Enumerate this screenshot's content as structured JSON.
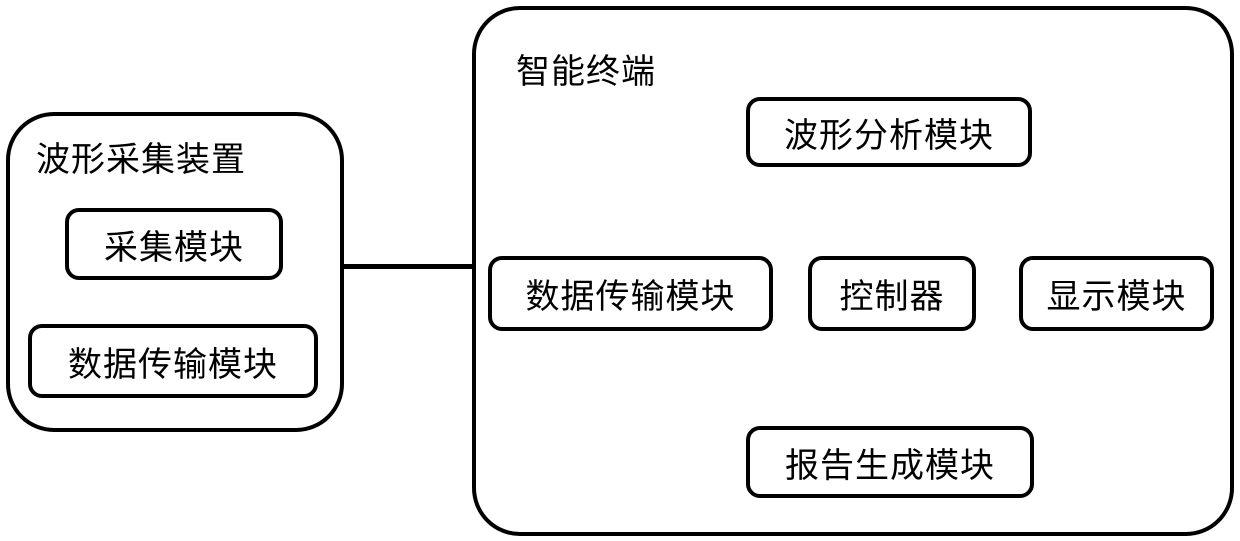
{
  "acquisition_device": {
    "title": "波形采集装置",
    "acquisition_module": "采集模块",
    "transmission_module": "数据传输模块"
  },
  "smart_terminal": {
    "title": "智能终端",
    "waveform_analysis_module": "波形分析模块",
    "transmission_module": "数据传输模块",
    "controller": "控制器",
    "display_module": "显示模块",
    "report_module": "报告生成模块"
  }
}
